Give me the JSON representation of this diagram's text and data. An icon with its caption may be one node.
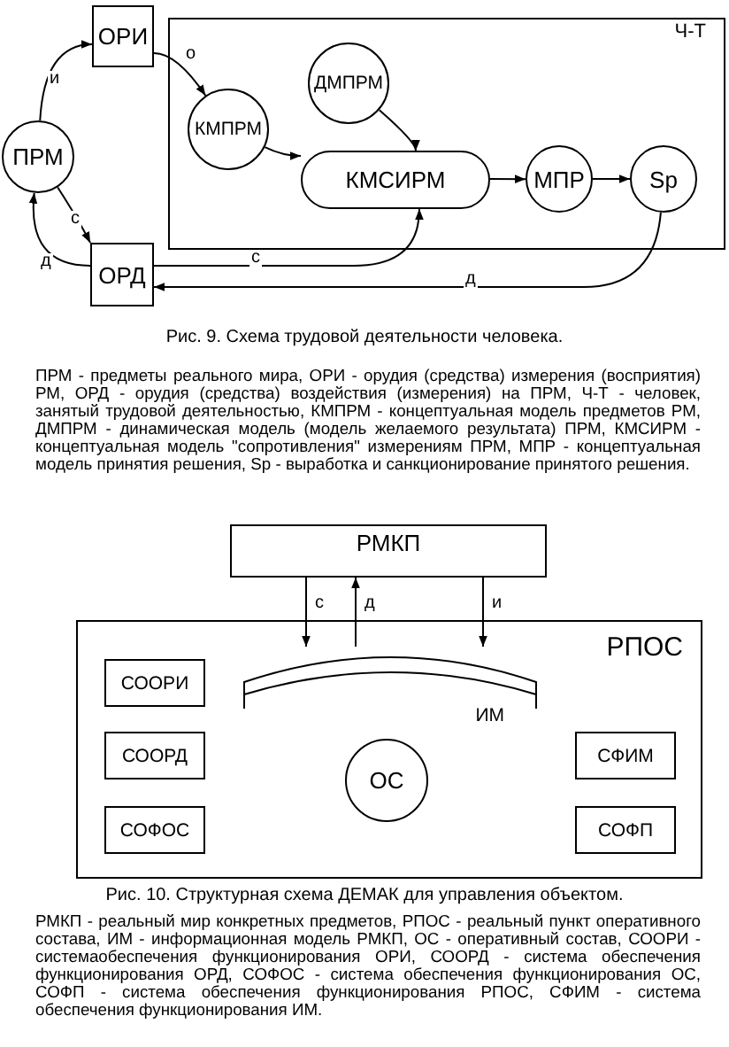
{
  "diagram": {
    "nodes": [
      {
        "text": [
          "ПРМ"
        ]
      },
      {
        "text": [
          "ОРИ"
        ]
      },
      {
        "text": [
          "ОРД"
        ]
      },
      {
        "text": [
          "Ч-Т"
        ]
      },
      {
        "text": [
          "КМПРМ"
        ],
        "in": 3
      },
      {
        "text": [
          "ДМПРМ"
        ],
        "in": 3
      },
      {
        "text": [
          "КМСИРМ"
        ],
        "in": 3
      },
      {
        "text": [
          "МПР"
        ],
        "in": 3
      },
      {
        "text": [
          "Sp"
        ],
        "in": 3
      },
      {
        "text": [
          "РМКП"
        ]
      },
      {
        "text": [
          "РПОС"
        ]
      },
      {
        "text": [
          "СООРИ"
        ],
        "in": 10
      },
      {
        "text": [
          "СООРД"
        ],
        "in": 10
      },
      {
        "text": [
          "СОФОС"
        ],
        "in": 10
      },
      {
        "text": [
          "ИМ"
        ],
        "in": 10
      },
      {
        "text": [
          "ОС"
        ],
        "in": 10
      },
      {
        "text": [
          "СФИМ"
        ],
        "in": 10
      },
      {
        "text": [
          "СОФП"
        ],
        "in": 10
      }
    ],
    "edges": [
      {
        "from": 0,
        "to": 1,
        "arrow": "to",
        "label": "и"
      },
      {
        "from": 0,
        "to": 2,
        "arrow": "to",
        "label": "с"
      },
      {
        "from": 2,
        "to": 0,
        "arrow": "to",
        "label": "д"
      },
      {
        "from": 1,
        "to": 4,
        "arrow": "to",
        "label": "о"
      },
      {
        "from": 4,
        "to": 6,
        "arrow": "to"
      },
      {
        "from": 5,
        "to": 6,
        "arrow": "to"
      },
      {
        "from": 6,
        "to": 7,
        "arrow": "to"
      },
      {
        "from": 7,
        "to": 8,
        "arrow": "to"
      },
      {
        "from": 2,
        "to": 6,
        "arrow": "to",
        "label": "с"
      },
      {
        "from": 8,
        "to": 2,
        "arrow": "to",
        "label": "д"
      },
      {
        "from": 9,
        "to": 14,
        "arrow": "to",
        "label": "с"
      },
      {
        "from": 14,
        "to": 9,
        "arrow": "to",
        "label": "д"
      },
      {
        "from": 9,
        "to": 14,
        "arrow": "to",
        "label": "и"
      }
    ],
    "labels": [
      "Рис. 9. Схема трудовой деятельности человека.",
      "ПРМ - предметы реального мира, ОРИ - орудия (средства) измерения (восприятия) РМ, ОРД - орудия (средства) воздействия (измерения) на ПРМ, Ч-Т - человек, занятый трудовой деятельностью, КМПРМ - концептуальная модель предметов РМ, ДМПРМ - динамическая модель (модель желаемого результата) ПРМ, КМСИРМ - концептуальная модель \"сопротивления\" измерениям ПРМ, МПР - концептуальная модель принятия решения, Sp - выработка и санкционирование принятого решения.",
      "Рис. 10. Структурная схема ДЕМАК для управления объектом.",
      "РМКП - реальный мир конкретных предметов, РПОС - реальный пункт оперативного состава, ИМ - информационная модель РМКП, ОС - оперативный состав, СООРИ - системаобеспечения функционирования ОРИ, СООРД - система обеспечения функционирования ОРД, СОФОС - система обеспечения функционирования ОС, СОФП - система обеспечения функционирования РПОС, СФИМ - система обеспечения функционирования ИМ."
    ]
  }
}
